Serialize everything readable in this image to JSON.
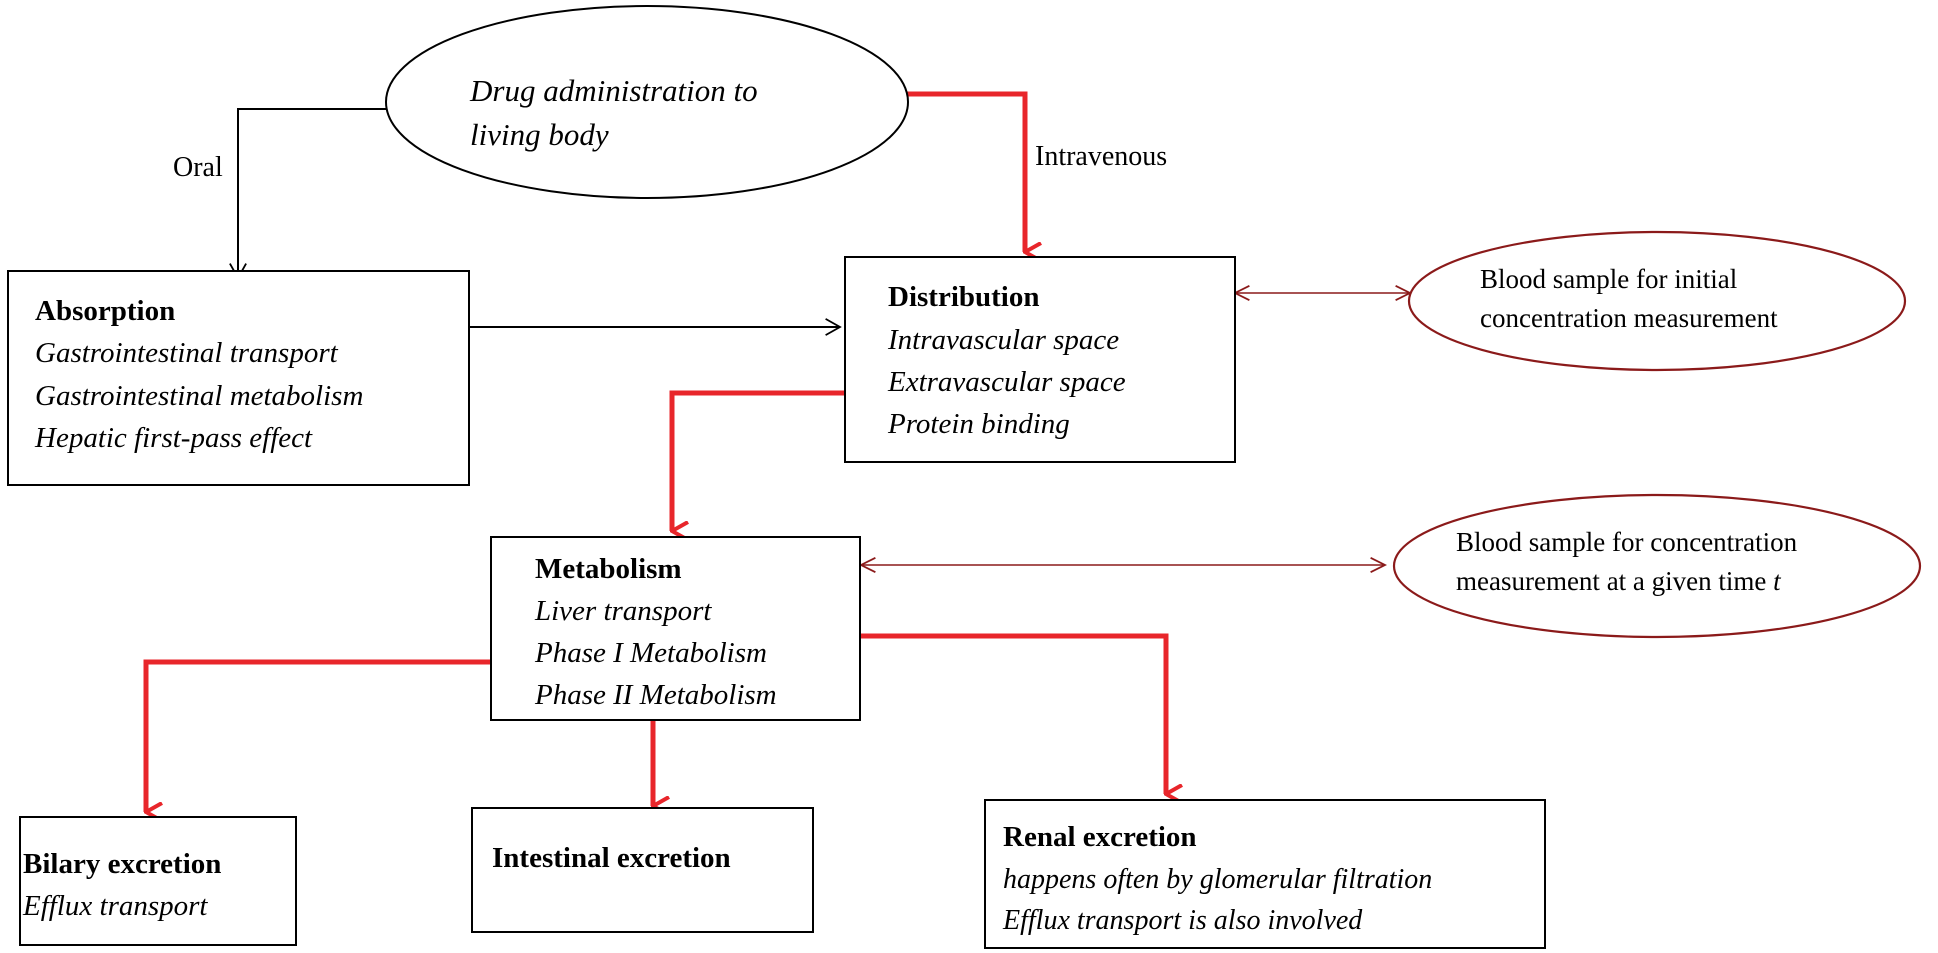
{
  "start": {
    "line1": "Drug administration to",
    "line2": "living body"
  },
  "routes": {
    "oral": "Oral",
    "intravenous": "Intravenous"
  },
  "absorption": {
    "title": "Absorption",
    "items": [
      "Gastrointestinal transport",
      "Gastrointestinal metabolism",
      "Hepatic first-pass effect"
    ]
  },
  "distribution": {
    "title": "Distribution",
    "items": [
      "Intravascular space",
      "Extravascular space",
      "Protein binding"
    ]
  },
  "blood_initial": {
    "line1": "Blood sample for initial",
    "line2": "concentration measurement"
  },
  "metabolism": {
    "title": "Metabolism",
    "items": [
      "Liver transport",
      "Phase I Metabolism",
      "Phase II Metabolism"
    ]
  },
  "blood_time": {
    "line1": "Blood sample for concentration",
    "line2_text": "measurement at a given time ",
    "line2_var": "t"
  },
  "biliary": {
    "title": "Bilary excretion",
    "items": [
      "Efflux transport"
    ]
  },
  "intestinal": {
    "title": "Intestinal excretion"
  },
  "renal": {
    "title": "Renal excretion",
    "items": [
      "happens often by glomerular filtration",
      "Efflux transport is also involved"
    ]
  },
  "colors": {
    "main_path": "#e8262b",
    "blood_sampling": "#8b1a1a",
    "secondary_path": "#000000"
  }
}
